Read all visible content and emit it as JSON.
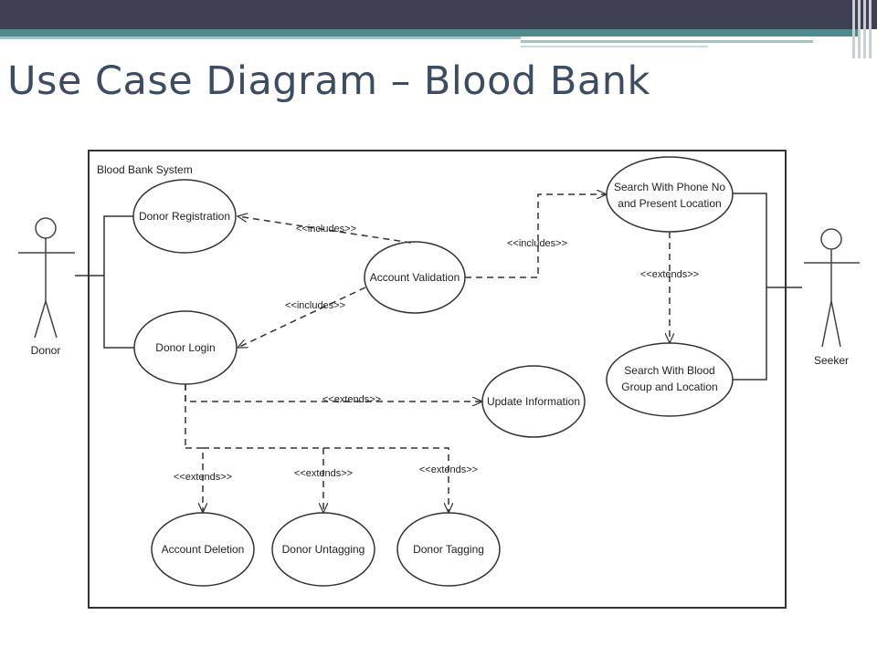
{
  "slide": {
    "title": "Use Case Diagram – Blood Bank"
  },
  "diagram": {
    "system_label": "Blood Bank System",
    "actors": {
      "donor": "Donor",
      "seeker": "Seeker"
    },
    "use_cases": {
      "donor_registration": "Donor Registration",
      "donor_login": "Donor Login",
      "account_validation": "Account Validation",
      "search_phone_line1": "Search With Phone No",
      "search_phone_line2": "and Present Location",
      "search_blood_line1": "Search With Blood",
      "search_blood_line2": "Group and Location",
      "update_information": "Update Information",
      "account_deletion": "Account Deletion",
      "donor_untagging": "Donor Untagging",
      "donor_tagging": "Donor Tagging"
    },
    "relations": {
      "includes_registration": "<<includes>>",
      "includes_login": "<<includes>>",
      "includes_search": "<<includes>>",
      "extends_search": "<<extends>>",
      "extends_update": "<<extends>>",
      "extends_deletion": "<<extends>>",
      "extends_untagging": "<<extends>>",
      "extends_tagging": "<<extends>>"
    }
  }
}
